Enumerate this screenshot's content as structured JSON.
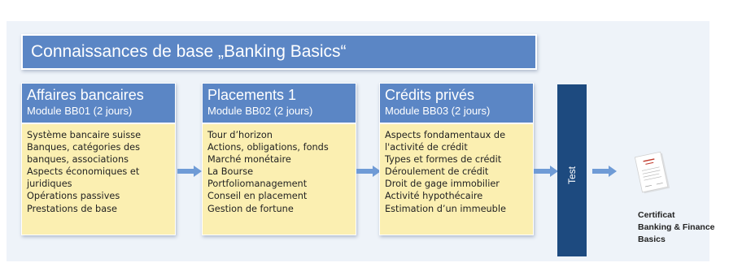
{
  "banner": {
    "title": "Connaissances de base „Banking Basics“"
  },
  "modules": [
    {
      "title": "Affaires bancaires",
      "subtitle": "Module BB01 (2 jours)",
      "items": [
        "Système bancaire suisse",
        "Banques, catégories des",
        "banques,  associations",
        "Aspects économiques et",
        "juridiques",
        "Opérations passives",
        "Prestations de base"
      ]
    },
    {
      "title": "Placements 1",
      "subtitle": "Module BB02 (2 jours)",
      "items": [
        "Tour d’horizon",
        "Actions, obligations, fonds",
        "Marché monétaire",
        "La Bourse",
        "Portfoliomanagement",
        "Conseil en placement",
        "Gestion de fortune"
      ]
    },
    {
      "title": "Crédits privés",
      "subtitle": "Module BB03 (2 jours)",
      "items": [
        "Aspects fondamentaux de",
        "l'activité de crédit",
        "Types et formes de crédit",
        "Déroulement de crédit",
        "Droit de gage immobilier",
        "Activité hypothécaire",
        "Estimation d’un immeuble"
      ]
    }
  ],
  "test": {
    "label": "Test"
  },
  "certificate": {
    "lines": [
      "Certificat",
      "Banking & Finance",
      "Basics"
    ]
  },
  "colors": {
    "header_blue": "#5b86c5",
    "body_yellow": "#fbefb1",
    "test_navy": "#1d4a7f",
    "arrow_blue": "#6f9bd6"
  }
}
